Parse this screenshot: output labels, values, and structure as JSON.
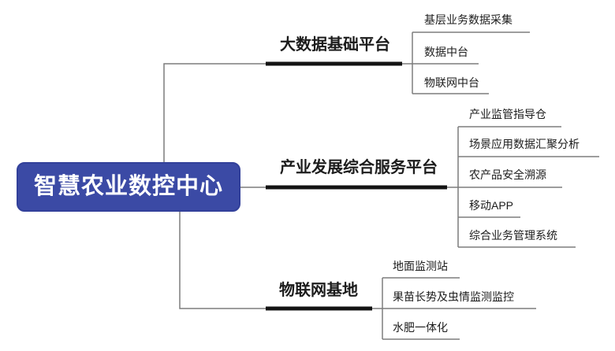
{
  "diagram": {
    "type": "mindmap",
    "root": {
      "label": "智慧农业数控中心"
    },
    "branches": [
      {
        "label": "大数据基础平台",
        "children": [
          {
            "label": "基层业务数据采集"
          },
          {
            "label": "数据中台"
          },
          {
            "label": "物联网中台"
          }
        ]
      },
      {
        "label": "产业发展综合服务平台",
        "children": [
          {
            "label": "产业监管指导仓"
          },
          {
            "label": "场景应用数据汇聚分析"
          },
          {
            "label": "农产品安全溯源"
          },
          {
            "label": "移动APP"
          },
          {
            "label": "综合业务管理系统"
          }
        ]
      },
      {
        "label": "物联网基地",
        "children": [
          {
            "label": "地面监测站"
          },
          {
            "label": "果苗长势及虫情监测监控"
          },
          {
            "label": "水肥一体化"
          }
        ]
      }
    ],
    "colors": {
      "root_background": "#3b4aa5",
      "root_text": "#ffffff",
      "branch_line": "#141414",
      "thin_line": "#7d7d7d",
      "label_text": "#1c1c1c"
    }
  }
}
